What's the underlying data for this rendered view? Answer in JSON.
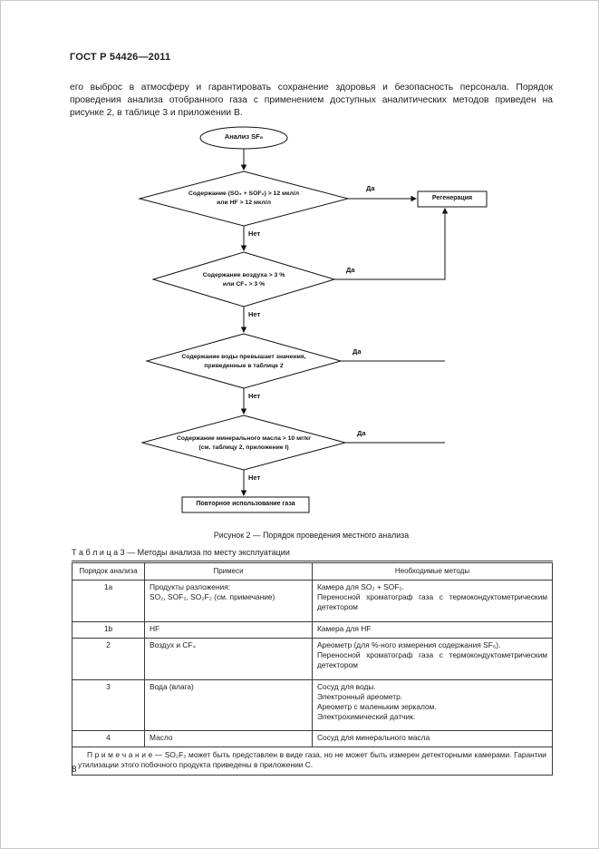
{
  "page": {
    "header": "ГОСТ Р 54426—2011",
    "number": "8"
  },
  "intro": {
    "text": "его выброс в атмосферу и гарантировать сохранение здоровья и безопасность персонала. Порядок проведения анализа отобранного газа с применением доступных аналитических методов приведен на рисунке 2, в таблице 3 и приложении В."
  },
  "flowchart": {
    "start": "Анализ SF₆",
    "yes": "Да",
    "no": "Нет",
    "decisions": [
      {
        "line1": "Содержание (SO₂ + SOF₂) > 12 мкл/л",
        "line2": "или HF > 12 мкл/л"
      },
      {
        "line1": "Содержание воздуха > 3 %",
        "line2": "или CF₄ > 3 %"
      },
      {
        "line1": "Содержание воды превышает значения,",
        "line2": "приведенные в таблице 2"
      },
      {
        "line1": "Содержание минерального масла > 10 мг/кг",
        "line2": "(см. таблицу 2, приложение I)"
      }
    ],
    "regeneration": "Регенерация",
    "reuse": "Повторное использование газа",
    "caption": "Рисунок 2 — Порядок проведения местного анализа"
  },
  "table": {
    "title": "Т а б л и ц а  3 — Методы анализа по месту эксплуатации",
    "headers": [
      "Порядок анализа",
      "Примеси",
      "Необходимые методы"
    ],
    "rows": [
      {
        "num": "1a",
        "impurity": [
          "Продукты разложения:",
          "SO₂, SOF₂, SO₂F₂ (см. примечание)"
        ],
        "methods": [
          "Камера для SO₂ + SOF₂.",
          "Переносной хроматограф газа с термокондуктометрическим детектором"
        ]
      },
      {
        "num": "1b",
        "impurity": [
          "HF"
        ],
        "methods": [
          "Камера для HF"
        ]
      },
      {
        "num": "2",
        "impurity": [
          "Воздух и CF₄"
        ],
        "methods": [
          "Ареометр (для %-ного измерения содержания SF₆).",
          "Переносной хроматограф газа с термокондуктометрическим детектором"
        ]
      },
      {
        "num": "3",
        "impurity": [
          "Вода (влага)"
        ],
        "methods": [
          "Сосуд для воды.",
          "Электронный ареометр.",
          "Ареометр с маленьким зеркалом.",
          "Электрохимический датчик."
        ]
      },
      {
        "num": "4",
        "impurity": [
          "Масло"
        ],
        "methods": [
          "Сосуд для минерального масла"
        ]
      }
    ],
    "note": "П р и м е ч а н и е — SO₂F₂ может быть представлен в виде газа, но не может быть измерен детекторными камерами. Гарантии утилизации этого побочного продукта приведены в приложении С."
  }
}
